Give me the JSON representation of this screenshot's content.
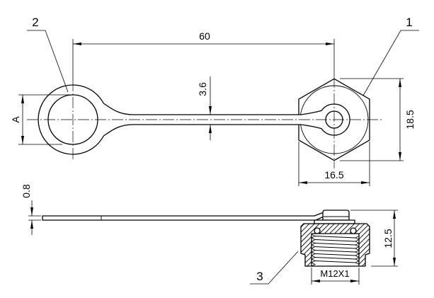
{
  "dimensions": {
    "length": "60",
    "strap_width": "3.6",
    "ring_size": "A",
    "cap_size": "18.5",
    "cap_width": "16.5",
    "strap_thickness": "0.8",
    "cap_height": "12.5",
    "thread": "M12X1"
  },
  "balloons": {
    "cap": "1",
    "ring": "2",
    "gasket": "3"
  },
  "colors": {
    "line": "#000000",
    "background": "#ffffff"
  }
}
